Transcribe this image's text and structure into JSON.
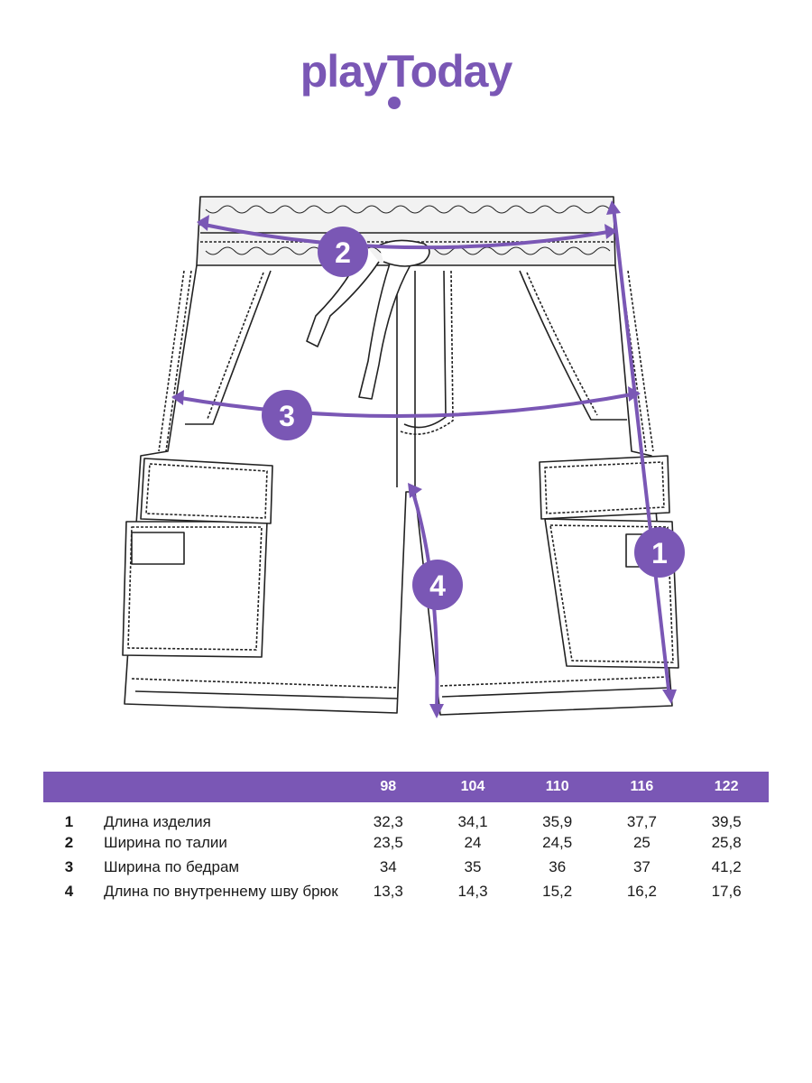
{
  "brand": {
    "logo_text": "playToday",
    "accent_color": "#7a57b5"
  },
  "diagram": {
    "markers": [
      {
        "id": "1",
        "label": "1"
      },
      {
        "id": "2",
        "label": "2"
      },
      {
        "id": "3",
        "label": "3"
      },
      {
        "id": "4",
        "label": "4"
      }
    ]
  },
  "table": {
    "sizes": [
      "98",
      "104",
      "110",
      "116",
      "122"
    ],
    "rows": [
      {
        "num": "1",
        "label": "Длина изделия",
        "values": [
          "32,3",
          "34,1",
          "35,9",
          "37,7",
          "39,5"
        ]
      },
      {
        "num": "2",
        "label": "Ширина по талии",
        "values": [
          "23,5",
          "24",
          "24,5",
          "25",
          "25,8"
        ]
      },
      {
        "num": "3",
        "label": "Ширина по бедрам",
        "values": [
          "34",
          "35",
          "36",
          "37",
          "41,2"
        ]
      },
      {
        "num": "4",
        "label": "Длина по внутреннему шву брюк",
        "values": [
          "13,3",
          "14,3",
          "15,2",
          "16,2",
          "17,6"
        ]
      }
    ]
  }
}
